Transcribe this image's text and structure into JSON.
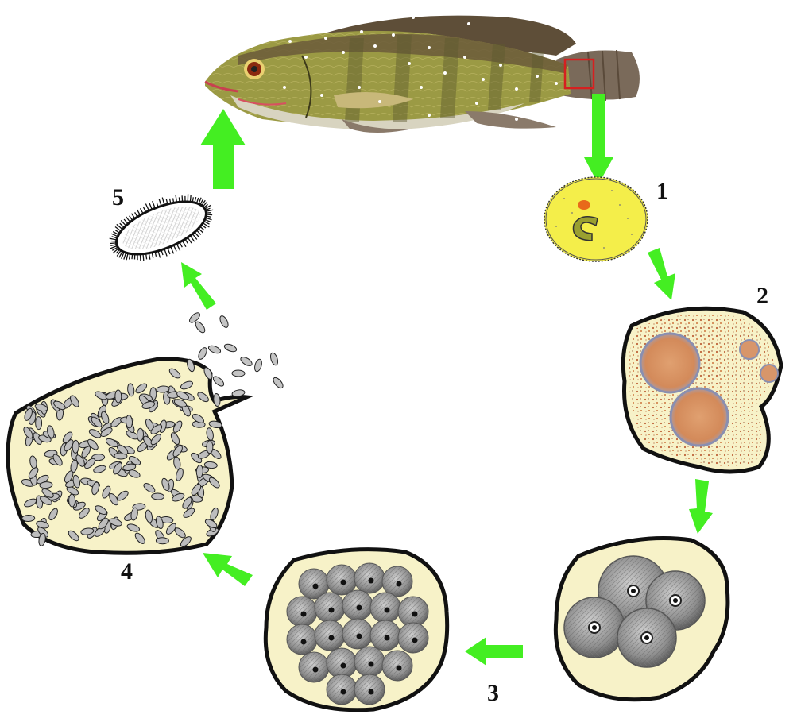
{
  "stages": [
    {
      "id": "1",
      "label": "1",
      "icon": "single-cell-icon"
    },
    {
      "id": "2",
      "label": "2",
      "icon": "developing-cyst-icon"
    },
    {
      "id": "3",
      "label": "3",
      "icon": "multicellular-cyst-icon"
    },
    {
      "id": "4",
      "label": "4",
      "icon": "mature-cyst-icon"
    },
    {
      "id": "5",
      "label": "5",
      "icon": "ciliated-theront-icon"
    }
  ],
  "host": {
    "icon": "fish-icon"
  },
  "colors": {
    "arrow": "#44ee22",
    "cyst_fill": "#f7f2c8",
    "cell_fill": "#f4ee4a",
    "stipple": "#c8662e",
    "sphere": "#9a9a9a",
    "fish_back": "#6b5a3a",
    "fish_side": "#9b9a44",
    "fish_belly": "#d8d4c0",
    "fish_tail": "#7a6a5a",
    "marker": "#d62020"
  }
}
